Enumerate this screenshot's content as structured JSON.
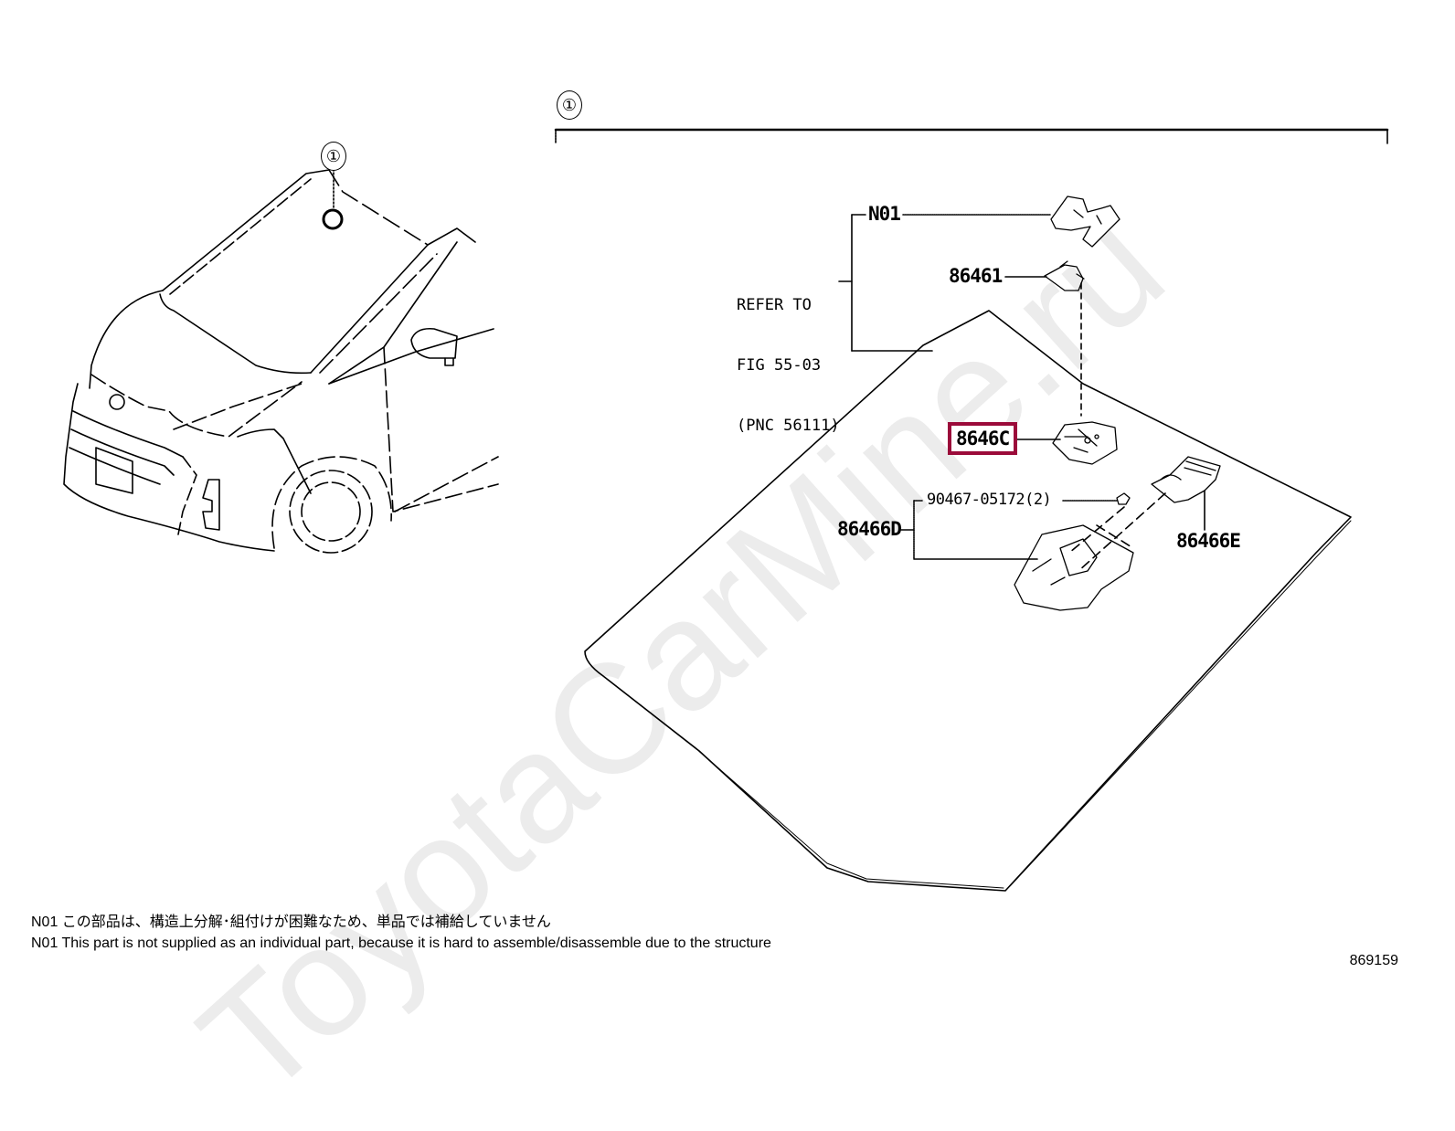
{
  "diagram": {
    "watermark": "ToyotaCarMine.ru",
    "overview": {
      "callout": "①",
      "description": "Front view of vehicle with windshield location marked"
    },
    "detail": {
      "callout": "①",
      "refer_note": {
        "line1": "REFER TO",
        "line2": "FIG 55-03",
        "line3": "(PNC 56111)"
      },
      "parts": [
        {
          "id": "N01",
          "label": "N01"
        },
        {
          "id": "86461",
          "label": "86461"
        },
        {
          "id": "8646C",
          "label": "8646C",
          "highlighted": true
        },
        {
          "id": "90467-05172",
          "label": "90467-05172(2)"
        },
        {
          "id": "86466D",
          "label": "86466D"
        },
        {
          "id": "86466E",
          "label": "86466E"
        }
      ]
    },
    "notes": {
      "jp": "N01 この部品は、構造上分解･組付けが困難なため、単品では補給していません",
      "en": "N01 This part is not supplied as an individual part, because it is hard to assemble/disassemble due to the structure"
    },
    "figure_code": "869159",
    "colors": {
      "highlight": "#9b0b3a",
      "line": "#000000",
      "watermark": "#ececec"
    }
  }
}
